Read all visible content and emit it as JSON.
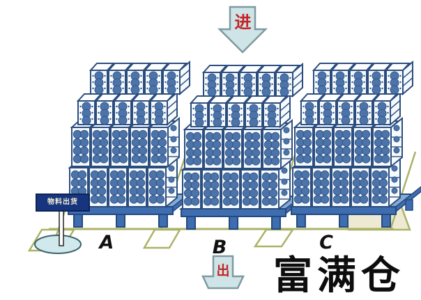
{
  "diagram": {
    "inbound_label": "进",
    "outbound_label": "出",
    "sign_label": "物料出货",
    "brand_text": "富满仓",
    "pallets": [
      {
        "label": "A"
      },
      {
        "label": "B"
      },
      {
        "label": "C"
      }
    ]
  },
  "colors": {
    "outline": "#2b4d7e",
    "circle_fill": "#4d74a8",
    "circle_dark": "#31568c",
    "box_face": "#f6fafd",
    "flap_face": "#fdfeff",
    "pallet_fill": "#3e6db0",
    "pallet_dark": "#24497f",
    "pallet_light": "#85aad4",
    "floor_line": "#abb266",
    "floor_fill": "#eee9d2",
    "arrow_fill": "#cfe4e7",
    "arrow_edge": "#7d99a0",
    "label_red": "#c22527",
    "sign_bg": "#17357f",
    "sign_border": "#0d2355",
    "sign_text": "#f2edd2",
    "pole_fill": "#ffffff",
    "pole_edge": "#222222",
    "base_fill": "#cfe9ec",
    "base_edge": "#3a5f6a",
    "ink": "#111111"
  }
}
